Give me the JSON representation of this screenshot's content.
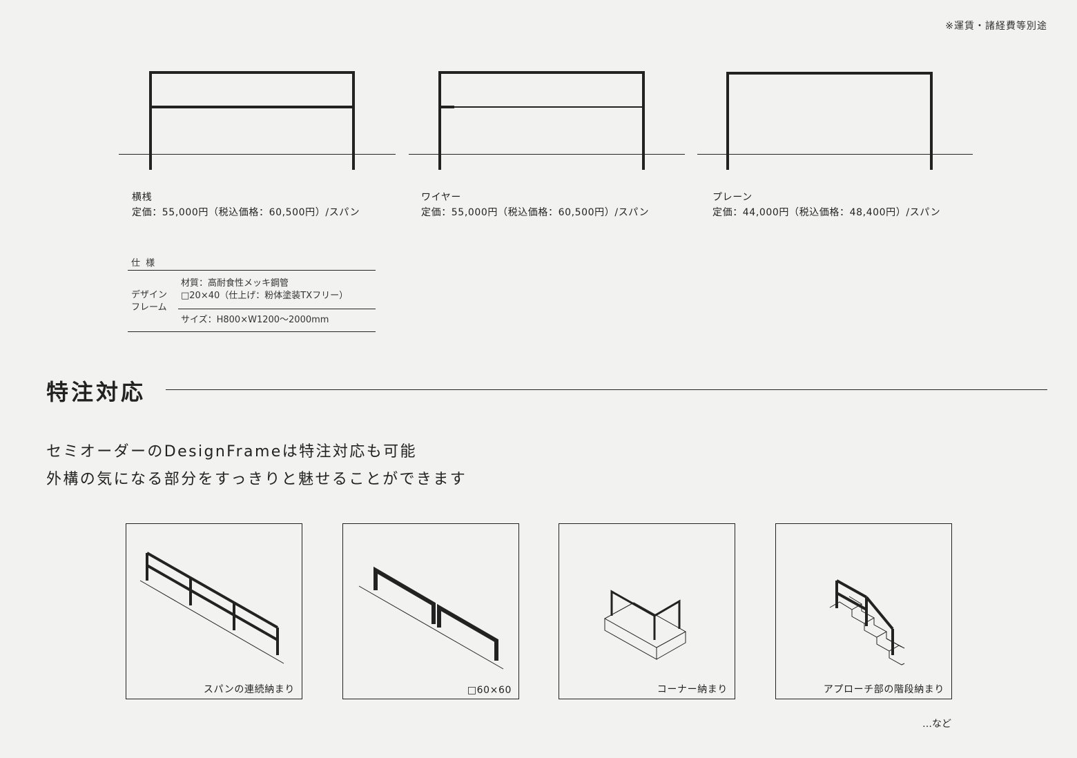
{
  "header_note": "※運賃・諸経費等別途",
  "products": [
    {
      "name": "横桟",
      "price": "定価：55,000円（税込価格：60,500円）/スパン"
    },
    {
      "name": "ワイヤー",
      "price": "定価：55,000円（税込価格：60,500円）/スパン"
    },
    {
      "name": "プレーン",
      "price": "定価：44,000円（税込価格：48,400円）/スパン"
    }
  ],
  "spec": {
    "title": "仕 様",
    "label_line1": "デザイン",
    "label_line2": "フレーム",
    "material_line1": "材質：高耐食性メッキ鋼管",
    "material_line2": "□20×40（仕上げ：粉体塗装TXフリー）",
    "size": "サイズ：H800×W1200〜2000mm"
  },
  "section": {
    "title": "特注対応",
    "lead_line1": "セミオーダーのDesignFrameは特注対応も可能",
    "lead_line2": "外構の気になる部分をすっきりと魅せることができます"
  },
  "cards": [
    {
      "caption": "スパンの連続納まり"
    },
    {
      "caption": "□60×60"
    },
    {
      "caption": "コーナー納まり"
    },
    {
      "caption": "アプローチ部の階段納まり"
    }
  ],
  "footer_note": "…など",
  "colors": {
    "background": "#f2f3f0",
    "line": "#222222"
  }
}
